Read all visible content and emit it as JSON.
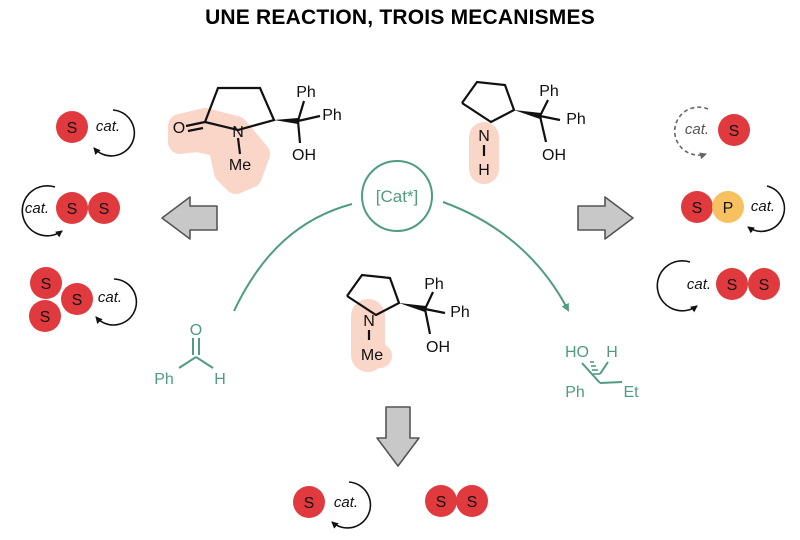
{
  "title": "UNE REACTION, TROIS MECANISMES",
  "colors": {
    "substrate": "#e0393e",
    "product": "#f6c15e",
    "highlight": "#f9d6c8",
    "green": "#4f9c7f",
    "arrow_fill": "#c8c8c8",
    "arrow_stroke": "#555555",
    "text": "#111111"
  },
  "labels": {
    "substrate": "S",
    "product": "P",
    "catalyst": "cat.",
    "catalyst_box": "[Cat*]"
  },
  "atoms": {
    "phenyl": "Ph",
    "hydroxyl": "OH",
    "ho": "HO",
    "nitrogen": "N",
    "oxygen": "O",
    "methyl": "Me",
    "hydrogen": "H",
    "ethyl": "Et"
  },
  "icons": {
    "cycle_arrow": "circular-arrow-icon",
    "direction_arrow": "block-arrow-icon"
  }
}
